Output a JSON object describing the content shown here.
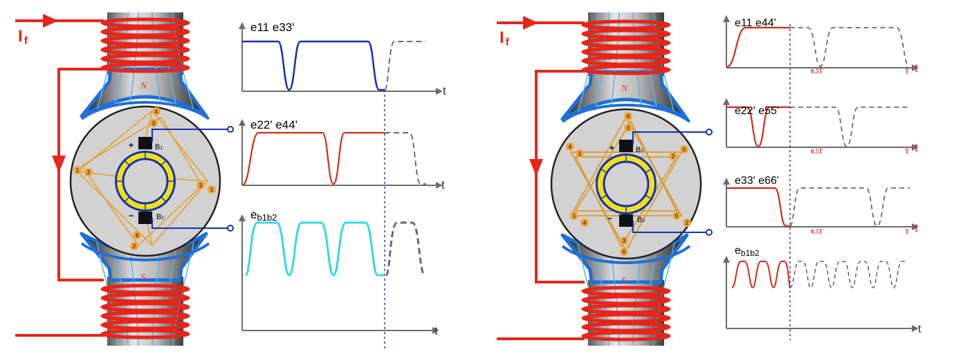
{
  "colors": {
    "coil": "#e8251a",
    "pole_blue": "#1f6fd6",
    "flux": "#5ab4e8",
    "wave_blue": "#1530b0",
    "wave_red": "#d42a1a",
    "wave_cyan": "#35d6ea",
    "dashed": "#6a6a6a",
    "marker_line": "#2436b0",
    "winding": "#e5a43a",
    "commutator_yellow": "#f4e010",
    "armature_fill": "#d2d2d2"
  },
  "panel_left": {
    "current_label_main": "I",
    "current_label_sub": "f",
    "pole_north": "N",
    "pole_south": "S",
    "brush_top": "B",
    "brush_top_sub": "1",
    "brush_bottom": "B",
    "brush_bottom_sub": "2",
    "brush_plus": "+",
    "brush_minus": "−",
    "coil_numbers": [
      "4",
      "3",
      "1",
      "2",
      "3",
      "1",
      "4",
      "2"
    ],
    "graph1_label": "e11  e33'",
    "graph2_label": "e22'  e44'",
    "graph3_label_main": "e",
    "graph3_label_sub": "b1b2",
    "axis_t": "t"
  },
  "panel_right": {
    "current_label_main": "I",
    "current_label_sub": "f",
    "pole_north": "N",
    "pole_south": "S",
    "brush_top": "B",
    "brush_top_sub": "1",
    "brush_bottom": "B",
    "brush_bottom_sub": "2",
    "brush_plus": "+",
    "brush_minus": "−",
    "coil_numbers": [
      "6",
      "3",
      "4",
      "1",
      "5",
      "2",
      "1",
      "4",
      "5",
      "2",
      "3",
      "6"
    ],
    "graph1_label": "e11  e44'",
    "graph2_label": "e22'  e55'",
    "graph3_label": "e33'  e66'",
    "graph4_label_main": "e",
    "graph4_label_sub": "b1b2",
    "axis_t": "t",
    "half_period": "0.5T",
    "period": "T"
  }
}
